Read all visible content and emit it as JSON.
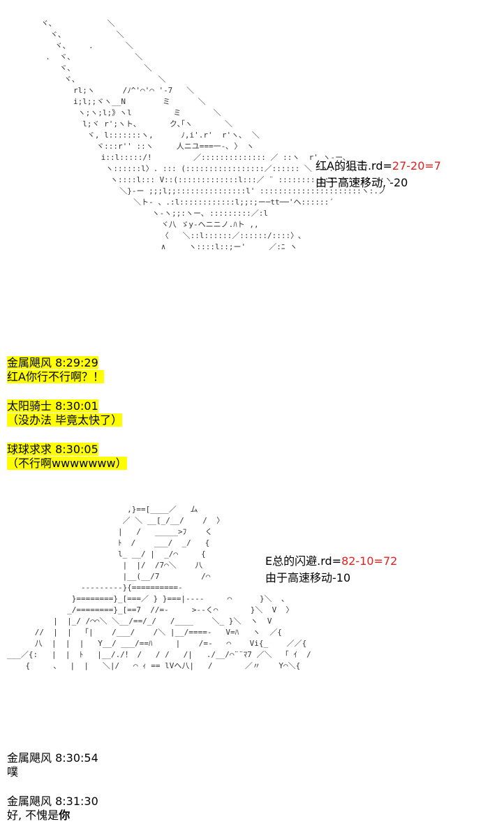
{
  "art_top": " ヾ、           ＼\n   ヾ、           ＼\n    ヾ、    .       ＼\n  .  ヾ、             ＼\n     ヾ、               ＼\n      ヾ、                 ＼\n        rl;ヽ      /ﾉ^'⌒'⌒ '-7   ＼\n        i;l;;ヾヽ__N        ミ      ＼\n         ヽ;ヽ;l;》ヽl         ミ       ＼\n          l;ヾ r';ヽト､       ク､｢ヽ       ＼\n           ヾ, l:::::::ヽ,      ﾉ,i'.r'  r'ヽ､  ＼\n             ヾ:::r'' ::ヽ     人ニユ===一-､ 〉 ヽ\n              i::l:::::/!         ／:::::::::::::: ／ ::ヽ  r' ヽ-ー､  __\n               ヽ::::::l〉. ::: (:::::::::::::::::／:::::: ＼  ヽ..ー＼:ヽ\n                ヽ::::l::: V::(:::::::::::::l:::／ ¨ :::::::::::::::::::: ::ヽ\n                  ＼}-ー ;;;l;;:::::::::::::::l' ::::::::::::::::::::::ヽ:.ノ\n                     ＼ト- 、.:l::::::::::::l;;:;ー─tt──'ヘ::::::´\n                         ヽ-ヽ;;:ヽー､ :::::::::／:l\n                           ヾ八 ゞy-ヘニニノ.ﾊト ,,\n                           〈   ＼::l::::::／::::::/::::〉､\n                           ∧     ヽ::::l::;ー'     ／:ﾆ ヽ",
  "art_bottom": "                          ,}==[____／   ム\n                         ／ ＼ __[_/__/    /  〉\n                        |   /   _____>ﾌ    く\n                        ﾄ  /    ___/  _/   {\n                        l_ __/ |  _/⌒     {\n                         |  |/  /7⌒＼    八\n                         |__(__/7         /⌒\n                ---------}{==========-\n              }========}_[===／ } }===|----     ⌒      }＼  、\n             _/========}_[==7  //=-     >--く⌒       }＼  V  〉\n          |  |_/ /⌒⌒＼ ＼__/==/_/   /____    ＼_ }＼  ヽ  V\n      //  |  |  「|    /___/    /＼ |__/====-   V=ﾊ   ヽ  ／{\n      八  |  |  |   Y__/ ___/==ﾊ     |    /=-   ⌒    Vi{_    ／／{\n___／{:   |  |  ﾄ   |__/./！ /   / /   /|   ./__/⌒¨¨ﾏ7 ／＼  「 ｲ  /\n    {     、  |  |   ＼|/   ⌒ ｨ == lVへ八|   /       ／〃    Y⌒＼{",
  "annotation1": {
    "line1_prefix": "红A的狙击.rd=",
    "line1_formula": "27-20=7",
    "line2": "由于高速移动, -20"
  },
  "annotation2": {
    "line1_prefix": "E总的闪避.rd=",
    "line1_formula": "82-10=72",
    "line2": "由于高速移动-10"
  },
  "chat_top": [
    {
      "header": "金属飓风 8:29:29",
      "body": "红A你行不行啊？！"
    },
    {
      "header": "太阳骑士 8:30:01",
      "body": "（没办法 毕竟太快了）"
    },
    {
      "header": "球球求求 8:30:05",
      "body": "（不行啊wwwwwww）"
    }
  ],
  "chat_bottom": [
    {
      "header": "金属飓风 8:30:54",
      "body": "噗"
    },
    {
      "header": "金属飓风 8:31:30",
      "body_prefix": "好, 不愧是",
      "body_bold": "你"
    }
  ]
}
